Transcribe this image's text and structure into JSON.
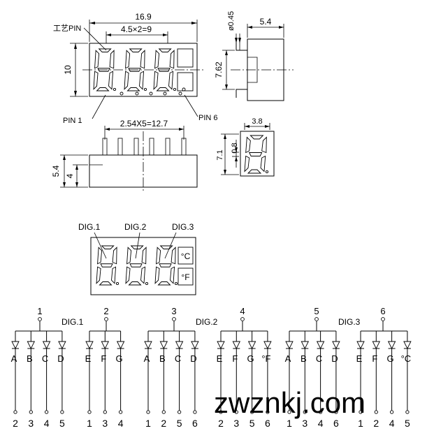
{
  "top_view": {
    "width": "16.9",
    "pitch": "4.5×2=9",
    "height": "10",
    "process_pin": "工艺PIN",
    "pin1": "PIN 1",
    "pin6": "PIN 6"
  },
  "side_view": {
    "pin_diameter": "ø0.45",
    "depth": "5.4",
    "row_spacing": "7.62"
  },
  "front_view": {
    "pin_span": "2.54X5=12.7",
    "total_height": "5.4",
    "body_height": "4"
  },
  "digit_detail": {
    "width": "3.8",
    "height": "7.1",
    "stroke": "0.8"
  },
  "display": {
    "dig1": "DIG.1",
    "dig2": "DIG.2",
    "dig3": "DIG.3",
    "celsius": "°C",
    "fahrenheit": "°F"
  },
  "circuit": {
    "groups": [
      {
        "common": "1",
        "digit": "DIG.1",
        "segments": [
          "A",
          "B",
          "C",
          "D"
        ],
        "pins": [
          "2",
          "3",
          "4",
          "5"
        ]
      },
      {
        "common": "2",
        "digit": "",
        "segments": [
          "E",
          "F",
          "G"
        ],
        "pins": [
          "1",
          "3",
          "4"
        ]
      },
      {
        "common": "3",
        "digit": "DIG.2",
        "segments": [
          "A",
          "B",
          "C",
          "D"
        ],
        "pins": [
          "1",
          "2",
          "5",
          "6"
        ]
      },
      {
        "common": "4",
        "digit": "",
        "segments": [
          "E",
          "F",
          "G",
          "°F"
        ],
        "pins": [
          "2",
          "3",
          "5",
          "6"
        ]
      },
      {
        "common": "5",
        "digit": "DIG.3",
        "segments": [
          "A",
          "B",
          "C",
          "D"
        ],
        "pins": [
          "1",
          "3",
          "4",
          "6"
        ]
      },
      {
        "common": "6",
        "digit": "",
        "segments": [
          "E",
          "F",
          "G",
          "°C"
        ],
        "pins": [
          "1",
          "2",
          "4",
          "5"
        ]
      }
    ]
  },
  "watermark": "zwznkj.com"
}
